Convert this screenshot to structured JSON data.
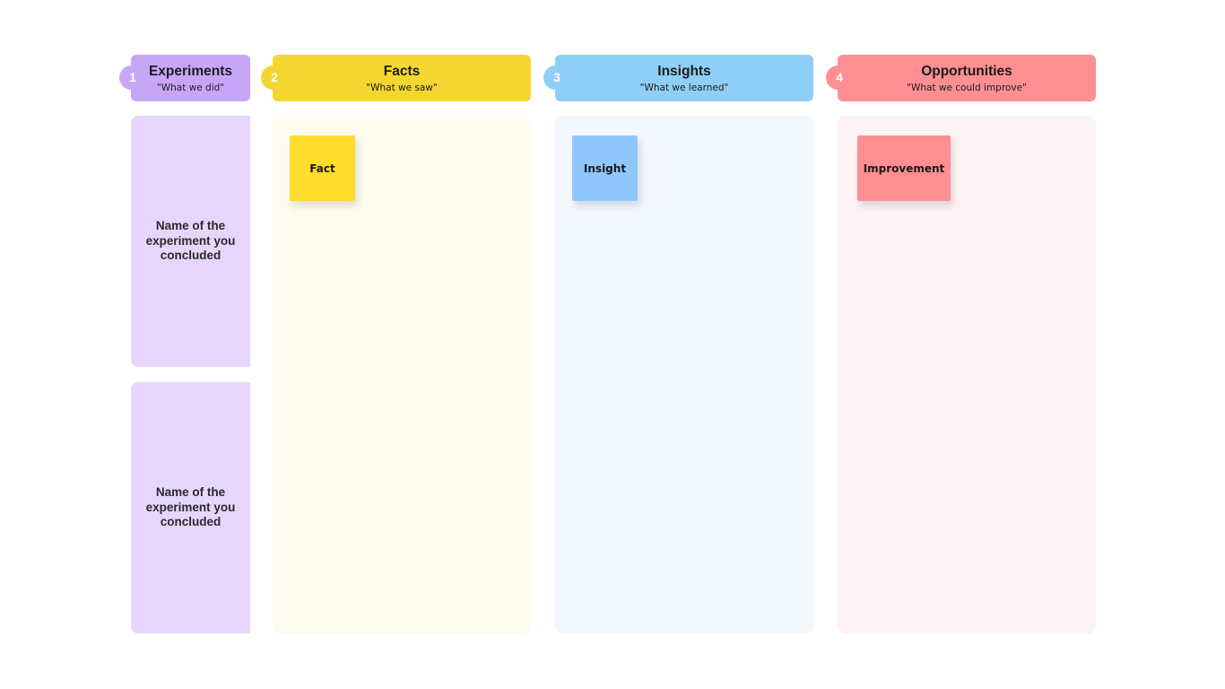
{
  "colors": {
    "experiments_header": "#c8a6f7",
    "experiments_badge": "#c8a6f7",
    "experiments_card": "#e6d6fd",
    "facts_header": "#f4d631",
    "facts_column": "#fefbef",
    "facts_sticky": "#fedb2d",
    "insights_header": "#8fcef6",
    "insights_column": "#f3f8fd",
    "insights_sticky": "#8fc7fd",
    "opportunities_header": "#fe8e92",
    "opportunities_column": "#fdf2f5",
    "opportunities_sticky": "#fe8e92"
  },
  "columns": [
    {
      "step": "1",
      "title": "Experiments",
      "subtitle": "\"What we did\""
    },
    {
      "step": "2",
      "title": "Facts",
      "subtitle": "\"What we saw\""
    },
    {
      "step": "3",
      "title": "Insights",
      "subtitle": "\"What we learned\""
    },
    {
      "step": "4",
      "title": "Opportunities",
      "subtitle": "\"What we could improve\""
    }
  ],
  "experiments": [
    {
      "label": "Name of the experiment you concluded"
    },
    {
      "label": "Name of the experiment you concluded"
    }
  ],
  "stickies": {
    "fact": "Fact",
    "insight": "Insight",
    "improvement": "Improvement"
  }
}
